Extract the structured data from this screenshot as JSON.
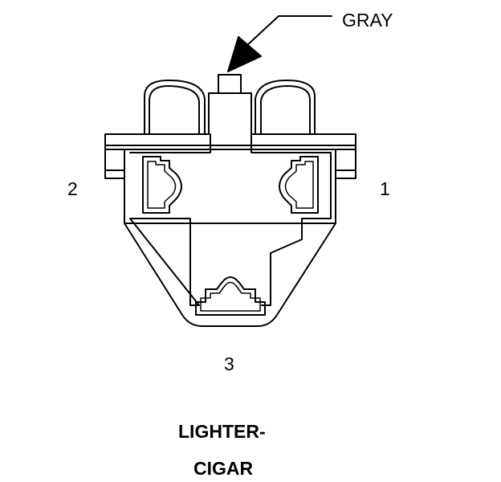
{
  "callout": {
    "text": "GRAY"
  },
  "pins": {
    "pin1": "1",
    "pin2": "2",
    "pin3": "3"
  },
  "title": {
    "line1": "LIGHTER-",
    "line2": "CIGAR"
  },
  "colors": {
    "line": "#000000",
    "background": "#ffffff"
  }
}
